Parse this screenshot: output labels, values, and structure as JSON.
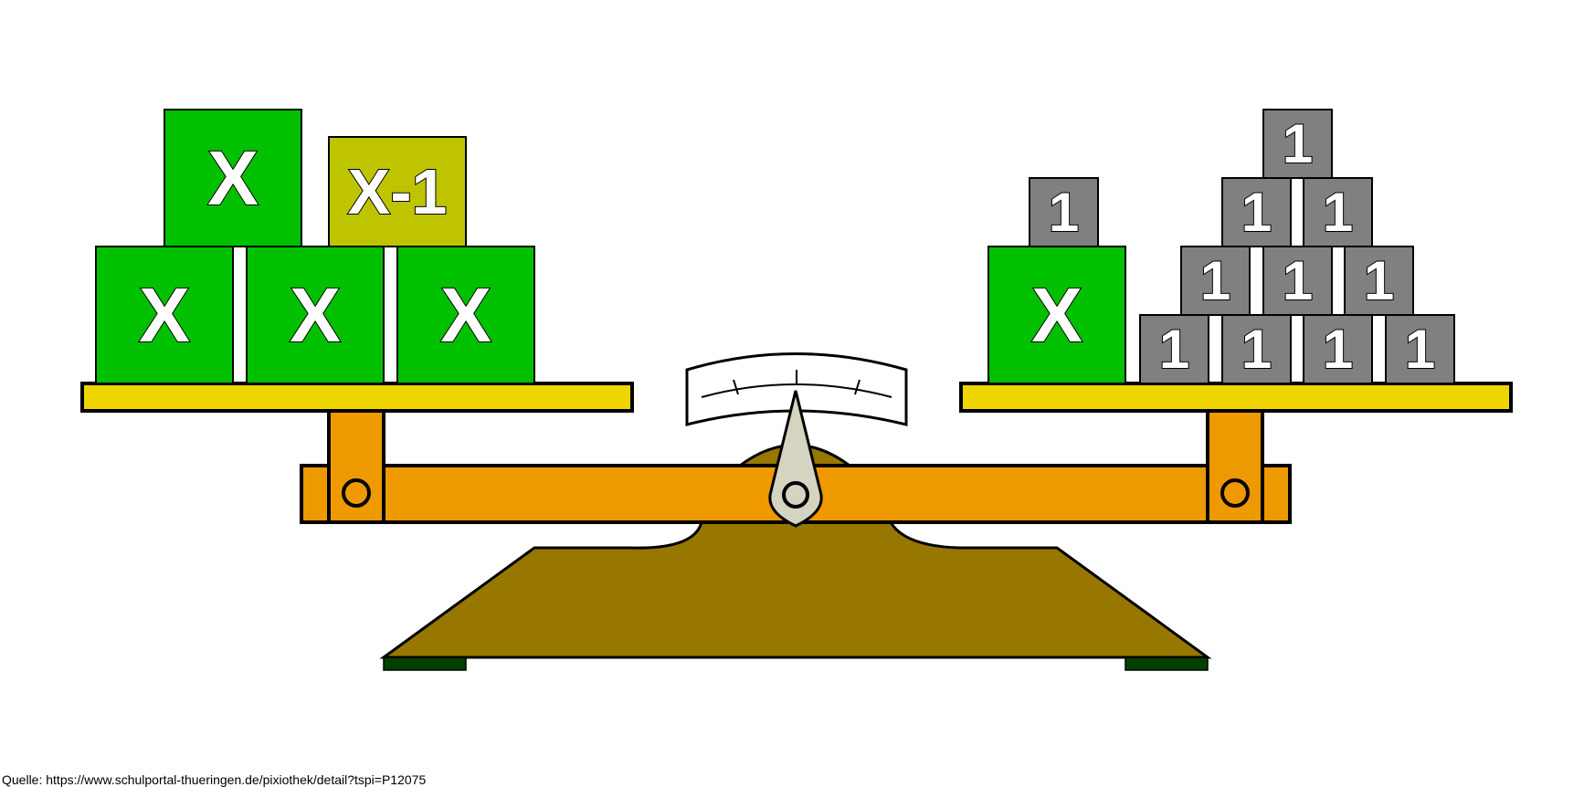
{
  "left_pan": {
    "blocks": [
      {
        "label": "X",
        "color": "#00c000"
      },
      {
        "label": "X",
        "color": "#00c000"
      },
      {
        "label": "X",
        "color": "#00c000"
      },
      {
        "label": "X",
        "color": "#00c000"
      },
      {
        "label": "X-1",
        "color": "#bfc400"
      }
    ]
  },
  "right_pan": {
    "x_block": {
      "label": "X",
      "color": "#00c000"
    },
    "one_label": "1",
    "one_count": 11,
    "one_color": "#808080"
  },
  "colors": {
    "pan": "#efd600",
    "beam": "#ee9900",
    "base": "#977700",
    "feet": "#004000",
    "needle": "#d4d4c0"
  },
  "source_text": "Quelle: https://www.schulportal-thueringen.de/pixiothek/detail?tspi=P12075"
}
